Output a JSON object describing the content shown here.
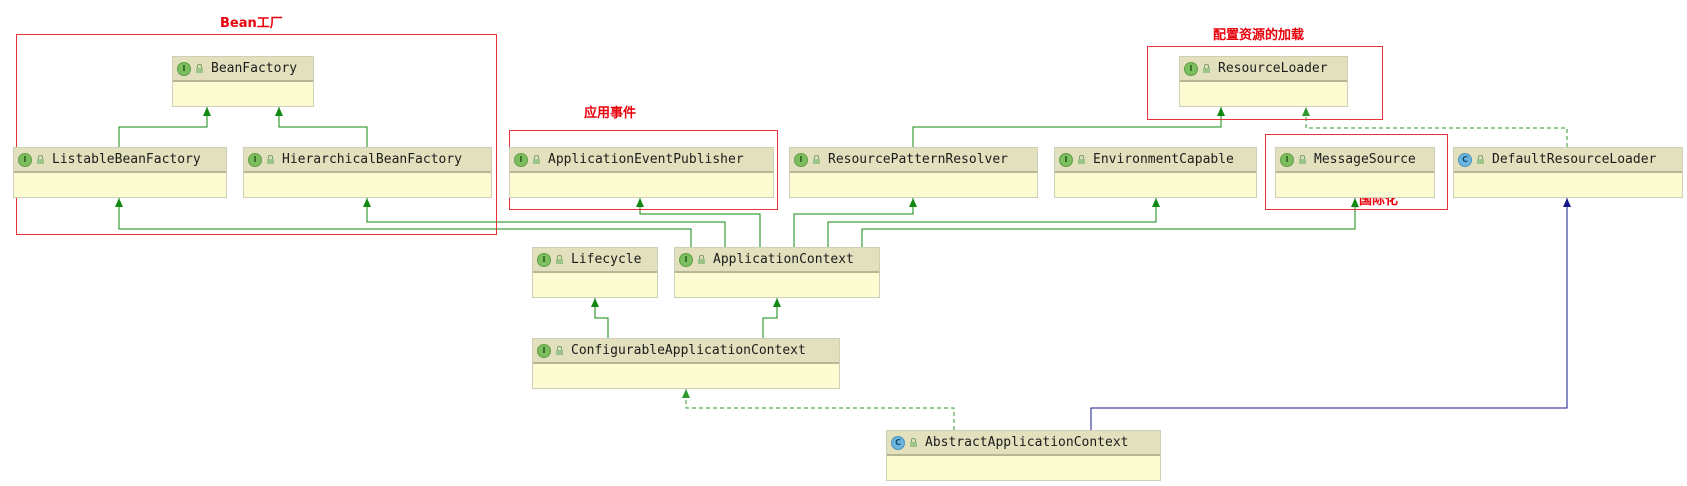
{
  "regions": [
    {
      "id": "bean",
      "label": "Bean工厂"
    },
    {
      "id": "event",
      "label": "应用事件"
    },
    {
      "id": "resource",
      "label": "配置资源的加载"
    },
    {
      "id": "i18n",
      "label": "国际化"
    }
  ],
  "nodes": [
    {
      "id": "BeanFactory",
      "kind": "interface",
      "badge": "I",
      "label": "BeanFactory"
    },
    {
      "id": "ListableBeanFactory",
      "kind": "interface",
      "badge": "I",
      "label": "ListableBeanFactory"
    },
    {
      "id": "HierarchicalBeanFactory",
      "kind": "interface",
      "badge": "I",
      "label": "HierarchicalBeanFactory"
    },
    {
      "id": "ApplicationEventPublisher",
      "kind": "interface",
      "badge": "I",
      "label": "ApplicationEventPublisher"
    },
    {
      "id": "ResourcePatternResolver",
      "kind": "interface",
      "badge": "I",
      "label": "ResourcePatternResolver"
    },
    {
      "id": "EnvironmentCapable",
      "kind": "interface",
      "badge": "I",
      "label": "EnvironmentCapable"
    },
    {
      "id": "MessageSource",
      "kind": "interface",
      "badge": "I",
      "label": "MessageSource"
    },
    {
      "id": "DefaultResourceLoader",
      "kind": "class",
      "badge": "C",
      "label": "DefaultResourceLoader"
    },
    {
      "id": "ResourceLoader",
      "kind": "interface",
      "badge": "I",
      "label": "ResourceLoader"
    },
    {
      "id": "Lifecycle",
      "kind": "interface",
      "badge": "I",
      "label": "Lifecycle"
    },
    {
      "id": "ApplicationContext",
      "kind": "interface",
      "badge": "I",
      "label": "ApplicationContext"
    },
    {
      "id": "ConfigurableApplicationContext",
      "kind": "interface",
      "badge": "I",
      "label": "ConfigurableApplicationContext"
    },
    {
      "id": "AbstractApplicationContext",
      "kind": "class",
      "badge": "C",
      "label": "AbstractApplicationContext"
    }
  ],
  "edges": [
    {
      "from": "ListableBeanFactory",
      "to": "BeanFactory",
      "type": "extends-interface"
    },
    {
      "from": "HierarchicalBeanFactory",
      "to": "BeanFactory",
      "type": "extends-interface"
    },
    {
      "from": "ResourcePatternResolver",
      "to": "ResourceLoader",
      "type": "extends-interface"
    },
    {
      "from": "DefaultResourceLoader",
      "to": "ResourceLoader",
      "type": "implements"
    },
    {
      "from": "ApplicationContext",
      "to": "ListableBeanFactory",
      "type": "extends-interface"
    },
    {
      "from": "ApplicationContext",
      "to": "HierarchicalBeanFactory",
      "type": "extends-interface"
    },
    {
      "from": "ApplicationContext",
      "to": "ApplicationEventPublisher",
      "type": "extends-interface"
    },
    {
      "from": "ApplicationContext",
      "to": "ResourcePatternResolver",
      "type": "extends-interface"
    },
    {
      "from": "ApplicationContext",
      "to": "EnvironmentCapable",
      "type": "extends-interface"
    },
    {
      "from": "ApplicationContext",
      "to": "MessageSource",
      "type": "extends-interface"
    },
    {
      "from": "ConfigurableApplicationContext",
      "to": "Lifecycle",
      "type": "extends-interface"
    },
    {
      "from": "ConfigurableApplicationContext",
      "to": "ApplicationContext",
      "type": "extends-interface"
    },
    {
      "from": "AbstractApplicationContext",
      "to": "ConfigurableApplicationContext",
      "type": "implements"
    },
    {
      "from": "AbstractApplicationContext",
      "to": "DefaultResourceLoader",
      "type": "extends-class"
    }
  ],
  "colors": {
    "interface_edge": "#118811",
    "implements_edge": "#2f9a2f",
    "class_edge": "#151a8c",
    "region_border": "#e8313a",
    "region_label": "#e8000b",
    "node_header": "#e3e0bd",
    "node_body": "#fdfbd2"
  },
  "icons": {
    "interface": "interface-badge-icon",
    "class": "class-badge-icon",
    "visibility": "lock-icon"
  }
}
